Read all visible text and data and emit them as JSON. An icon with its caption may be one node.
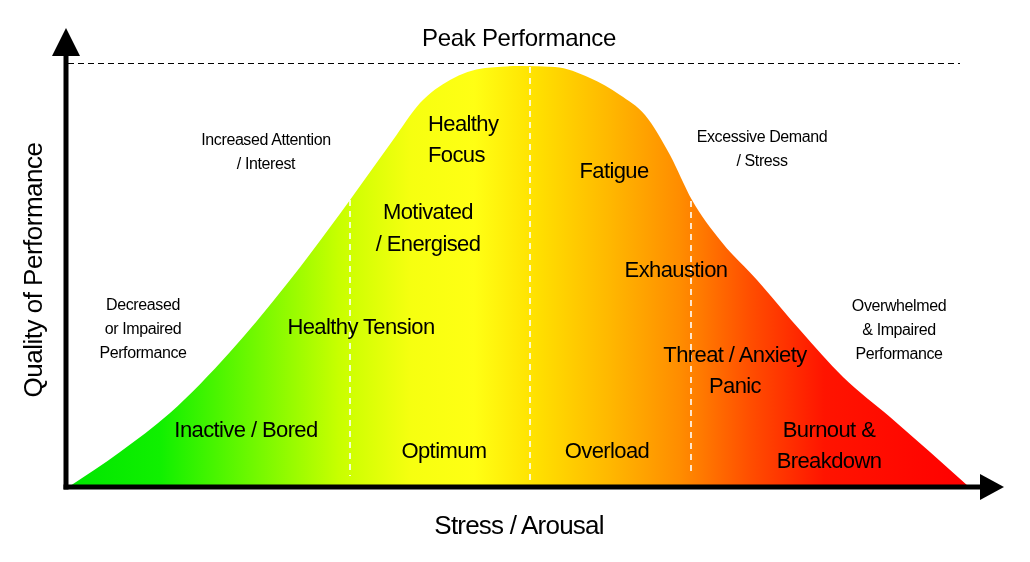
{
  "diagram": {
    "labels": [
      "Peak Performance",
      "Healthy Focus",
      "Increased Attention / Interest",
      "Excessive Demand / Stress",
      "Fatigue",
      "Motivated / Energised",
      "Exhaustion",
      "Decreased or Impaired Performance",
      "Healthy Tension",
      "Overwhelmed & Impaired Performance",
      "Threat / Anxiety Panic",
      "Quality of Performance",
      "Inactive / Bored",
      "Burnout & Breakdown",
      "Optimum",
      "Overload",
      "Stress / Arousal"
    ]
  }
}
